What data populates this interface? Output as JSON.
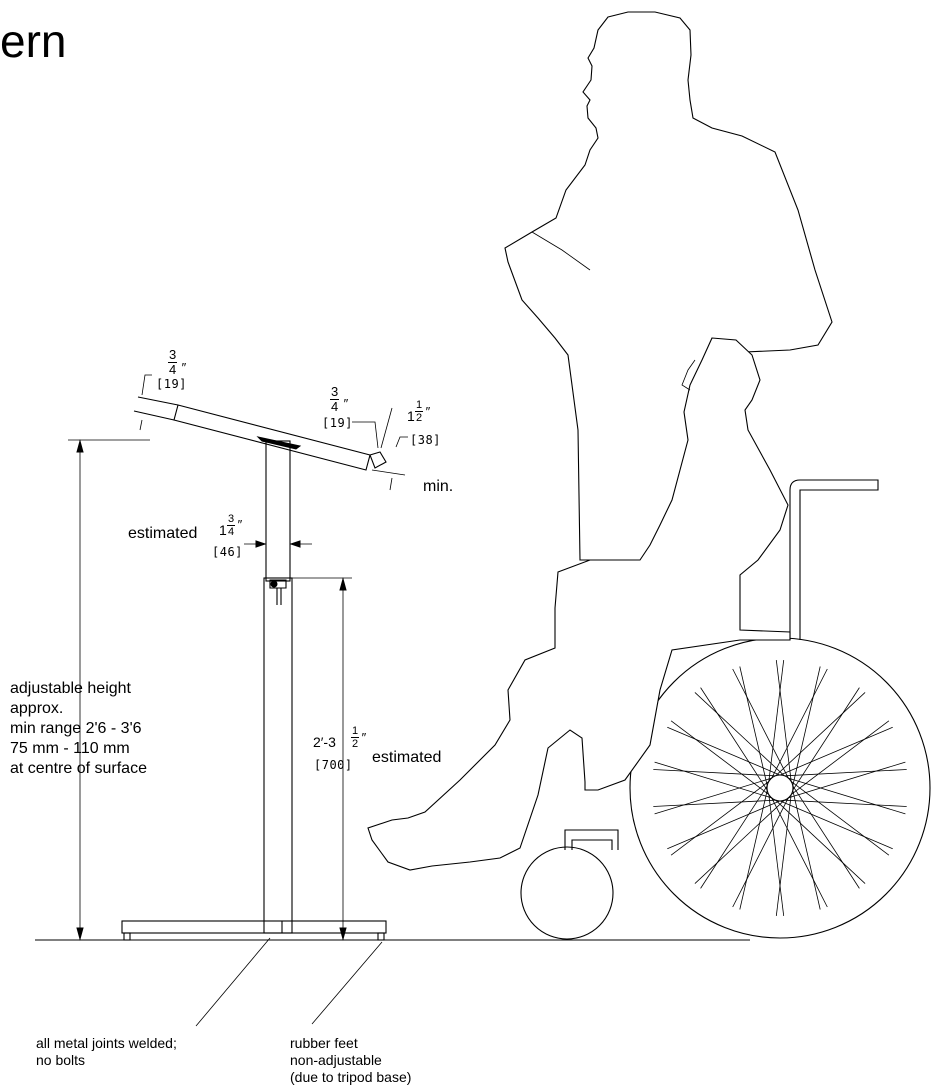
{
  "title_fragment": "ern",
  "dims": {
    "top_thickness": {
      "frac_num": "3",
      "frac_den": "4",
      "inch": "″",
      "metric": "[19]"
    },
    "lip_thickness": {
      "frac_num": "3",
      "frac_den": "4",
      "inch": "″",
      "metric": "[19]"
    },
    "lip_height": {
      "whole": "1",
      "frac_num": "1",
      "frac_den": "2",
      "inch": "″",
      "metric": "[38]",
      "note": "min."
    },
    "post_width": {
      "prefix": "estimated",
      "whole": "1",
      "frac_num": "3",
      "frac_den": "4",
      "inch": "″",
      "metric": "[46]"
    },
    "post_height": {
      "whole": "2′-3",
      "frac_num": "1",
      "frac_den": "2",
      "inch": "″",
      "metric": "[700]",
      "suffix": "estimated"
    }
  },
  "notes": {
    "adjustable_height": [
      "adjustable height",
      "approx.",
      "min range 2'6 - 3'6",
      "75 mm - 110 mm",
      "at centre of surface"
    ],
    "welded": [
      "all metal joints welded;",
      "no bolts"
    ],
    "rubber_feet": [
      "rubber feet",
      "non-adjustable",
      "(due to tripod base)"
    ]
  }
}
